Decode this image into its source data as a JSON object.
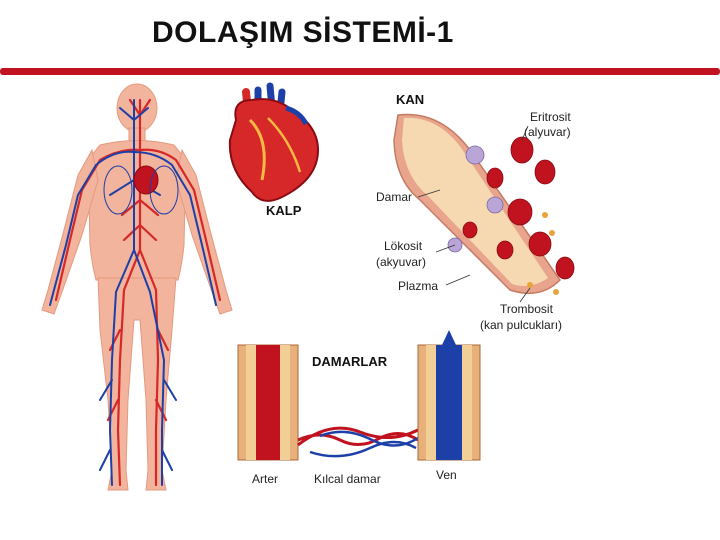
{
  "slide": {
    "title": "DOLAŞIM SİSTEMİ-1"
  },
  "labels": {
    "heart": "KALP",
    "blood": "KAN",
    "erythrocyte": "Eritrosit",
    "erythrocyte_note": "(alyuvar)",
    "vessel": "Damar",
    "leukocyte": "Lökosit",
    "leukocyte_note": "(akyuvar)",
    "plasma": "Plazma",
    "thrombocyte": "Trombosit",
    "thrombocyte_note": "(kan pulcukları)",
    "vessels": "DAMARLAR",
    "artery": "Arter",
    "capillary": "Kılcal damar",
    "vein": "Ven"
  },
  "colors": {
    "accent_rule": "#c1121f",
    "artery_red": "#d62828",
    "vein_blue": "#1d3fa8",
    "skin": "#f4b8a0"
  }
}
